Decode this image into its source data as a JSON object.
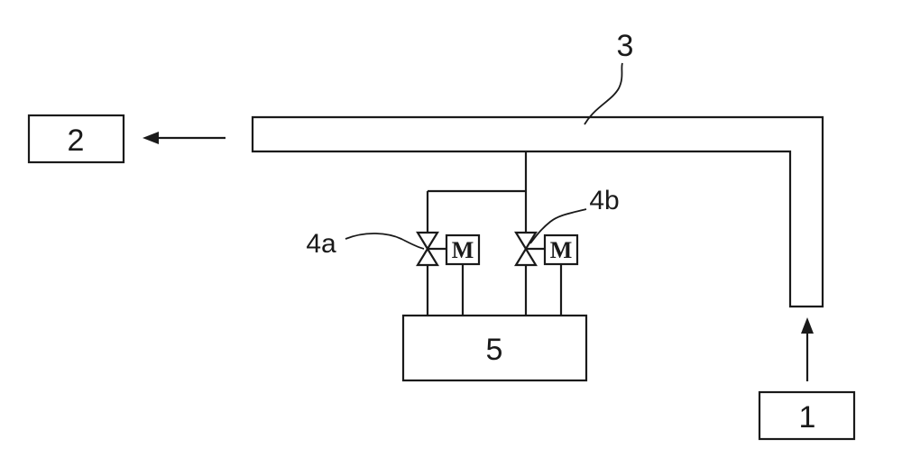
{
  "labels": {
    "source": "1",
    "destination": "2",
    "duct": "3",
    "valve_a": "4a",
    "valve_b": "4b",
    "unit": "5",
    "motor": "M"
  }
}
